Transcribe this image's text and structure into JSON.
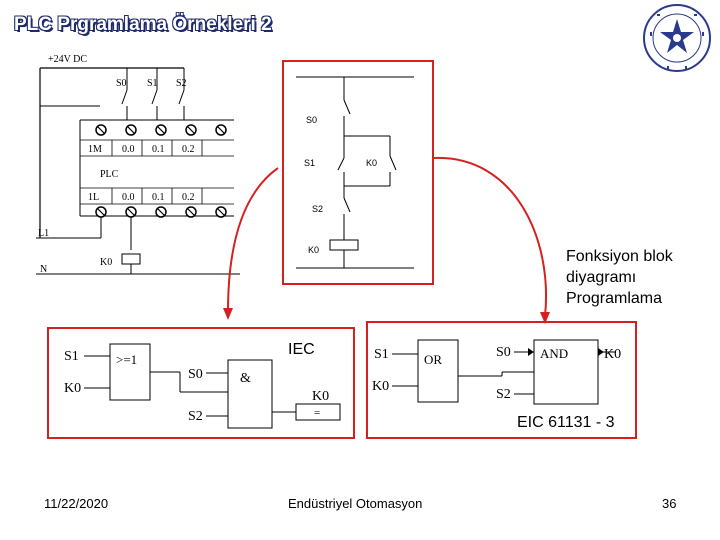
{
  "slide": {
    "title": "PLC Prgramlama Örnekleri 2",
    "annotation_fbd": [
      "Fonksiyon blok",
      "diyagramı",
      "Programlama"
    ],
    "annotation_iec": "IEC",
    "annotation_eic": "EIC 61131 - 3",
    "footer": {
      "date": "11/22/2020",
      "center": "Endüstriyel Otomasyon",
      "page": "36"
    }
  },
  "wiring": {
    "supply": "+24V DC",
    "inputs": [
      "S0",
      "S1",
      "S2"
    ],
    "input_terms": [
      "1M",
      "0.0",
      "0.1",
      "0.2"
    ],
    "plc_label": "PLC",
    "output_terms": [
      "1L",
      "0.0",
      "0.1",
      "0.2"
    ],
    "line": "L1",
    "neutral": "N",
    "coil": "K0"
  },
  "ladder": {
    "contacts": [
      "S0",
      "S1",
      "K0",
      "S2"
    ],
    "coil": "K0"
  },
  "fbd_left": {
    "in1": "S1",
    "in2": "K0",
    "or_op": ">=1",
    "s0": "S0",
    "and_op": "&",
    "s2": "S2",
    "out": "K0",
    "assign": "="
  },
  "fbd_right": {
    "in1": "S1",
    "in2": "K0",
    "or_op": "OR",
    "s0": "S0",
    "and_op": "AND",
    "s2": "S2",
    "out": "K0"
  },
  "colors": {
    "frame_red": "#d62020",
    "title_outline": "#1f2a6b",
    "logo_blue": "#2a3a8c"
  }
}
